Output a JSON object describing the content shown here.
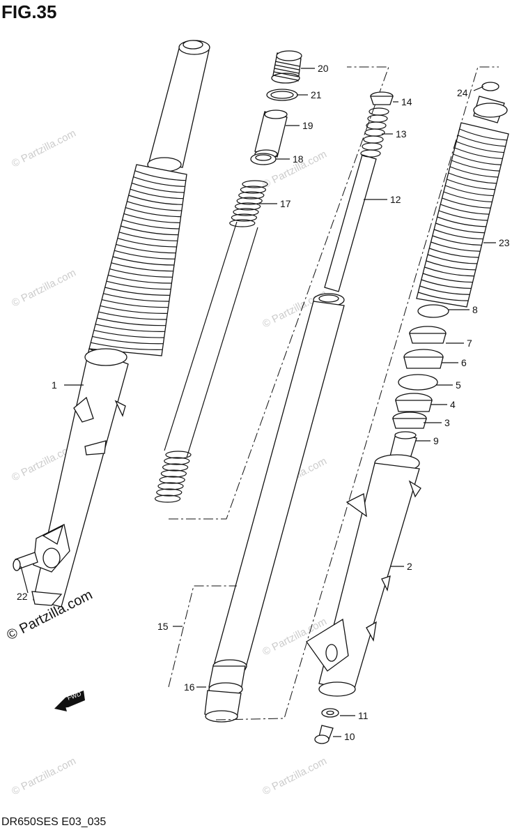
{
  "figure": {
    "title": "FIG.35",
    "model_code": "DR650SES E03_035"
  },
  "watermark": {
    "faint_text": "© Partzilla.com",
    "bold_text": "© Partzilla.com"
  },
  "direction_mark": {
    "text": "FWD",
    "icon": "forward-arrow-icon"
  },
  "callouts": [
    "1",
    "2",
    "3",
    "4",
    "5",
    "6",
    "7",
    "8",
    "9",
    "10",
    "11",
    "12",
    "13",
    "14",
    "15",
    "16",
    "17",
    "18",
    "19",
    "20",
    "21",
    "22",
    "23",
    "24"
  ],
  "colors": {
    "line": "#111111",
    "watermark": "#cccccc",
    "background": "#ffffff"
  }
}
